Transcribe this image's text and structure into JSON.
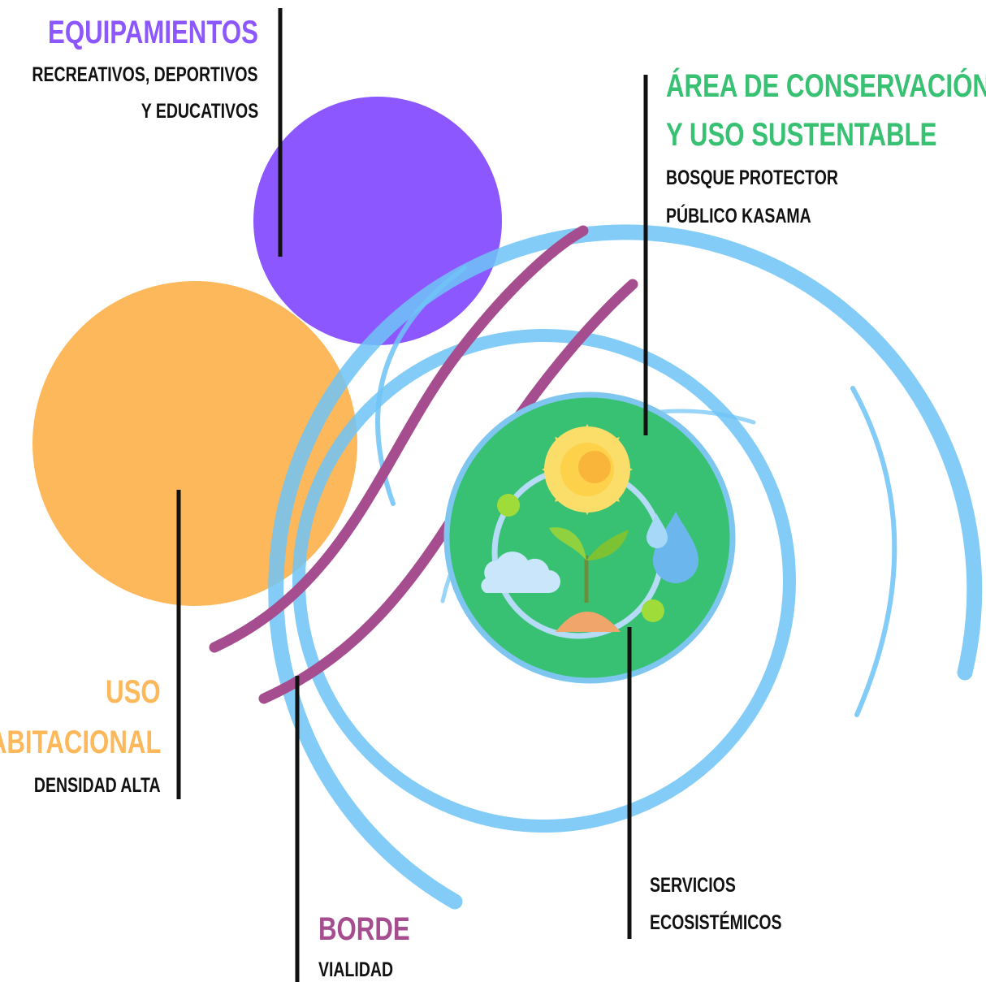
{
  "colors": {
    "equipamientos": "#8c57ff",
    "habitacional": "#fcb85a",
    "conservacion": "#38c172",
    "borde": "#a54d8e",
    "rings": "#6ec3f7",
    "leader": "#111111"
  },
  "equipamientos": {
    "title": "EQUIPAMIENTOS",
    "line1": "RECREATIVOS, DEPORTIVOS",
    "line2": "Y EDUCATIVOS"
  },
  "conservacion": {
    "title1": "ÁREA DE CONSERVACIÓN",
    "title2": "Y USO SUSTENTABLE",
    "line1": "BOSQUE PROTECTOR",
    "line2": "PÚBLICO KASAMA"
  },
  "habitacional": {
    "title1": "USO",
    "title2": "HABITACIONAL",
    "line1": "DENSIDAD ALTA"
  },
  "borde": {
    "title": "BORDE",
    "line1": "VIALIDAD"
  },
  "servicios": {
    "line1": "SERVICIOS",
    "line2": "ECOSISTÉMICOS"
  },
  "icons": [
    "sun-icon",
    "water-drop-icon",
    "cloud-icon",
    "sprout-icon",
    "cycle-icon"
  ]
}
